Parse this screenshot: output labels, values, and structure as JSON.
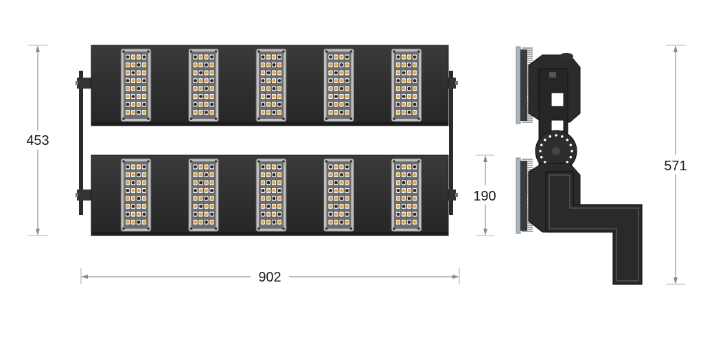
{
  "drawing": {
    "dimensions": {
      "front_height": "453",
      "module_height": "190",
      "front_width": "902",
      "side_height": "571"
    },
    "front_view": {
      "panels": 2,
      "led_modules_per_panel": 5
    },
    "colors": {
      "housing": "#2e2e2e",
      "module_frame": "#bfbfbf",
      "led_warm": "#e3a23a",
      "led_lens": "#f2f2f2",
      "heatsink": "#4a4a4a",
      "glass_edge": "#a9b6bf",
      "dimension_line": "#7a7a7a"
    }
  }
}
